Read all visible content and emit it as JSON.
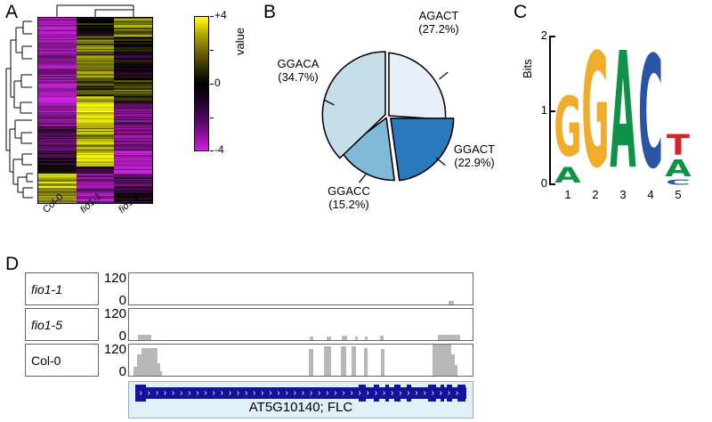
{
  "figure": {
    "panels": [
      "A",
      "B",
      "C",
      "D"
    ]
  },
  "panelA": {
    "letter": "A",
    "type": "heatmap-with-dendrogram",
    "column_labels": [
      {
        "text": "Col-0",
        "italic": false
      },
      {
        "text": "fio1-1",
        "italic": true
      },
      {
        "text": "fio1-5",
        "italic": true
      }
    ],
    "colorbar": {
      "title": "value",
      "max_label": "+4",
      "mid_label": "0",
      "min_label": "-4",
      "colors": {
        "high": "#ffff12",
        "mid": "#000000",
        "low": "#cc22dd"
      }
    },
    "column_dendrogram": "fio1-1 and fio1-5 cluster together, Col-0 joins as outgroup"
  },
  "panelB": {
    "letter": "B",
    "chart_data": {
      "type": "pie",
      "title": "",
      "categories": [
        "AGACT",
        "GGACT",
        "GGACC",
        "GGACA"
      ],
      "values": [
        27.2,
        22.9,
        15.2,
        34.7
      ],
      "labels": [
        {
          "name": "AGACT",
          "percent": "(27.2%)"
        },
        {
          "name": "GGACT",
          "percent": "(22.9%)"
        },
        {
          "name": "GGACC",
          "percent": "(15.2%)"
        },
        {
          "name": "GGACA",
          "percent": "(34.7%)"
        }
      ],
      "colors": [
        "#e9eff8",
        "#2a79bd",
        "#7fbad9",
        "#c6dee9"
      ],
      "legend_position": "outside-labels",
      "grid": false
    }
  },
  "panelC": {
    "letter": "C",
    "chart_data": {
      "type": "sequence-logo",
      "title": "",
      "ylabel": "Bits",
      "ylim": [
        0,
        2
      ],
      "yticks": [
        "0",
        "1",
        "2"
      ],
      "xlabel": "",
      "positions": [
        "1",
        "2",
        "3",
        "4",
        "5"
      ],
      "stacks": [
        {
          "position": "1",
          "letters": [
            {
              "base": "G",
              "bits": 1.02,
              "color": "#f0ad2b"
            },
            {
              "base": "A",
              "bits": 0.26,
              "color": "#0f9148"
            }
          ]
        },
        {
          "position": "2",
          "letters": [
            {
              "base": "G",
              "bits": 1.97,
              "color": "#f0ad2b"
            }
          ]
        },
        {
          "position": "3",
          "letters": [
            {
              "base": "A",
              "bits": 1.95,
              "color": "#0f9148"
            }
          ]
        },
        {
          "position": "4",
          "letters": [
            {
              "base": "C",
              "bits": 1.92,
              "color": "#2a55a4"
            }
          ]
        },
        {
          "position": "5",
          "letters": [
            {
              "base": "T",
              "bits": 0.34,
              "color": "#d8232a"
            },
            {
              "base": "A",
              "bits": 0.28,
              "color": "#0f9148"
            },
            {
              "base": "C",
              "bits": 0.07,
              "color": "#2a55a4"
            }
          ]
        }
      ],
      "colors": {
        "A": "#0f9148",
        "C": "#2a55a4",
        "G": "#f0ad2b",
        "T": "#d8232a"
      }
    }
  },
  "panelD": {
    "letter": "D",
    "type": "genome-browser-coverage",
    "tracks": [
      {
        "name": "fio1-1",
        "italic": true,
        "y_max": "120",
        "y_min": "0",
        "coverage": [
          {
            "x": 93.0,
            "w": 1.6,
            "h": 4
          }
        ]
      },
      {
        "name": "fio1-5",
        "italic": true,
        "y_max": "120",
        "y_min": "0",
        "coverage": [
          {
            "x": 2.5,
            "w": 4.0,
            "h": 6
          },
          {
            "x": 52.5,
            "w": 1.0,
            "h": 4
          },
          {
            "x": 57.5,
            "w": 1.2,
            "h": 4
          },
          {
            "x": 62.0,
            "w": 1.4,
            "h": 5
          },
          {
            "x": 65.8,
            "w": 0.9,
            "h": 4
          },
          {
            "x": 68.6,
            "w": 0.8,
            "h": 4
          },
          {
            "x": 73.0,
            "w": 1.0,
            "h": 5
          },
          {
            "x": 89.8,
            "w": 6.5,
            "h": 6
          }
        ]
      },
      {
        "name": "Col-0",
        "italic": false,
        "y_max": "120",
        "y_min": "0",
        "coverage": [
          {
            "x": 1.4,
            "w": 1.1,
            "h": 10
          },
          {
            "x": 2.4,
            "w": 1.3,
            "h": 24
          },
          {
            "x": 3.6,
            "w": 4.6,
            "h": 31
          },
          {
            "x": 8.0,
            "w": 1.1,
            "h": 14
          },
          {
            "x": 9.0,
            "w": 0.7,
            "h": 5
          },
          {
            "x": 52.4,
            "w": 1.2,
            "h": 30
          },
          {
            "x": 56.8,
            "w": 1.9,
            "h": 33
          },
          {
            "x": 61.6,
            "w": 1.5,
            "h": 33
          },
          {
            "x": 64.8,
            "w": 1.3,
            "h": 33
          },
          {
            "x": 68.4,
            "w": 1.1,
            "h": 31
          },
          {
            "x": 73.2,
            "w": 1.1,
            "h": 30
          },
          {
            "x": 88.4,
            "w": 5.4,
            "h": 35
          },
          {
            "x": 93.6,
            "w": 1.2,
            "h": 24
          },
          {
            "x": 94.6,
            "w": 1.0,
            "h": 12
          }
        ]
      }
    ],
    "gene": {
      "label": "AT5G10140; FLC",
      "strand": "+",
      "color": "#12129c",
      "background": "#dff1f7"
    }
  }
}
